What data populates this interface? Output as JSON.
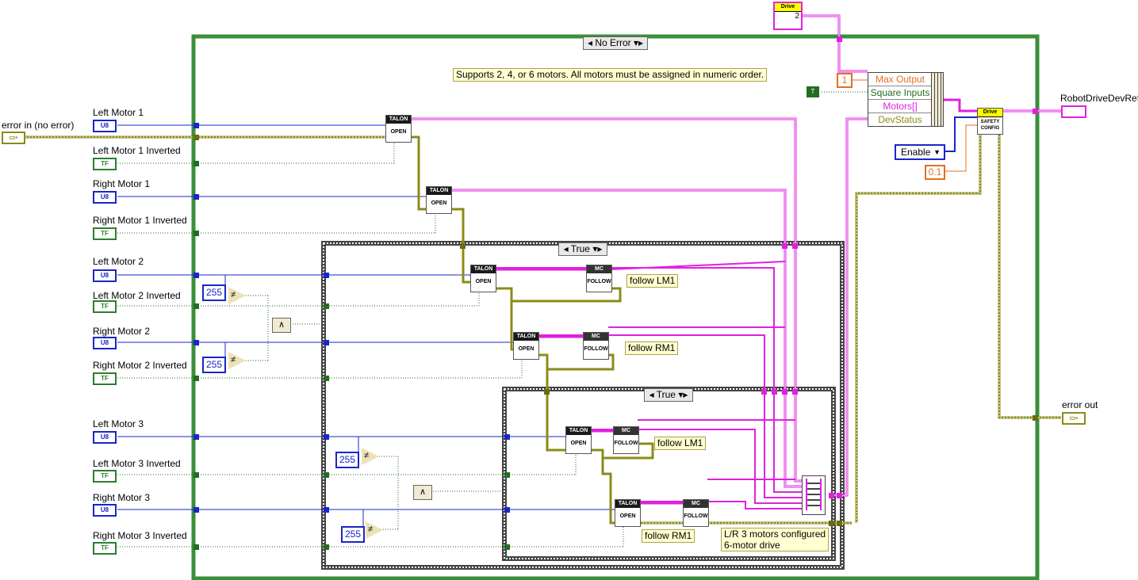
{
  "inputs": {
    "error_in": "error in (no error)",
    "left_motor_1": "Left Motor 1",
    "left_motor_1_inverted": "Left Motor 1 Inverted",
    "right_motor_1": "Right Motor 1",
    "right_motor_1_inverted": "Right Motor 1 Inverted",
    "left_motor_2": "Left Motor 2",
    "left_motor_2_inverted": "Left Motor 2 Inverted",
    "right_motor_2": "Right Motor 2",
    "right_motor_2_inverted": "Right Motor 2 Inverted",
    "left_motor_3": "Left Motor 3",
    "left_motor_3_inverted": "Left Motor 3 Inverted",
    "right_motor_3": "Right Motor 3",
    "right_motor_3_inverted": "Right Motor 3 Inverted"
  },
  "outputs": {
    "robot_drive_devref": "RobotDriveDevRef",
    "error_out": "error out"
  },
  "terminal_types": {
    "u8": "U8",
    "tf": "TF",
    "cluster": "▭▪"
  },
  "case_structures": {
    "outer": "No Error",
    "middle": "True",
    "inner": "True"
  },
  "notes": {
    "supports": "Supports 2, 4, or 6 motors.  All motors must be assigned in numeric order.",
    "follow_lm1_a": "follow LM1",
    "follow_rm1_a": "follow RM1",
    "follow_lm1_b": "follow LM1",
    "follow_rm1_b": "follow RM1",
    "lr3_line1": "L/R 3 motors configured",
    "lr3_line2": "6-motor drive"
  },
  "constants": {
    "c255": "255",
    "max_output_value": "1",
    "square_inputs_value": "T",
    "enable_value": "Enable",
    "expiration_value": "0.1"
  },
  "bundle": {
    "max_output": "Max Output",
    "square_inputs": "Square Inputs",
    "motors": "Motors[]",
    "dev_status": "DevStatus"
  },
  "subvis": {
    "talon_header": "TALON",
    "talon_body": "OPEN",
    "mc_header": "MC",
    "mc_body": "FOLLOW",
    "drive_header": "Drive",
    "drive_body": "SAFETY CONFIG",
    "drive_type_header": "Drive",
    "drive_type_count": "2"
  },
  "gates": {
    "not_equal": "≠",
    "and": "∧"
  },
  "colors": {
    "u8_wire": "#1b25c9",
    "bool_wire": "#236d23",
    "refnum_wire": "#e020e0",
    "error_wire": "#8b8b18",
    "case_border_outer": "#3a8f3a",
    "case_border_inner": "#555555"
  }
}
